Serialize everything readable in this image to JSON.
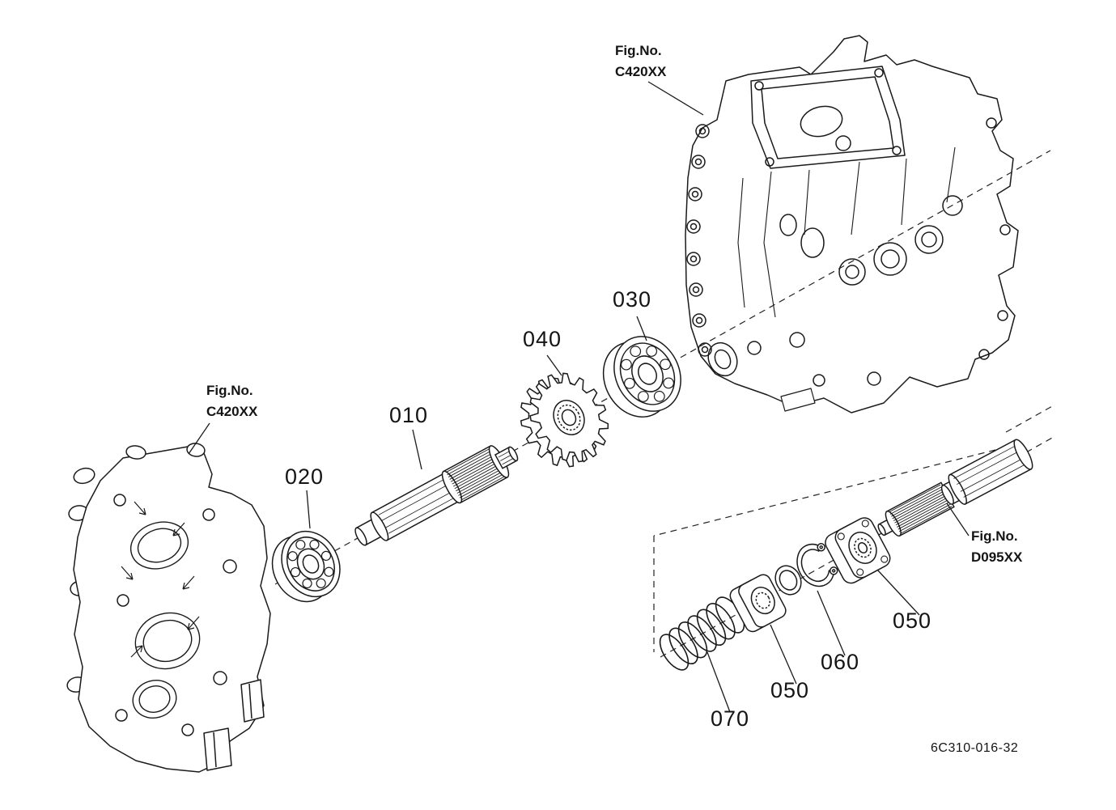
{
  "diagram": {
    "drawing_code": "6C310-016-32",
    "fig_refs": [
      {
        "line1": "Fig.No.",
        "line2": "C420XX"
      },
      {
        "line1": "Fig.No.",
        "line2": "C420XX"
      },
      {
        "line1": "Fig.No.",
        "line2": "D095XX"
      }
    ],
    "callouts": [
      {
        "text": "010"
      },
      {
        "text": "020"
      },
      {
        "text": "030"
      },
      {
        "text": "040"
      },
      {
        "text": "050"
      },
      {
        "text": "050"
      },
      {
        "text": "060"
      },
      {
        "text": "070"
      }
    ]
  }
}
